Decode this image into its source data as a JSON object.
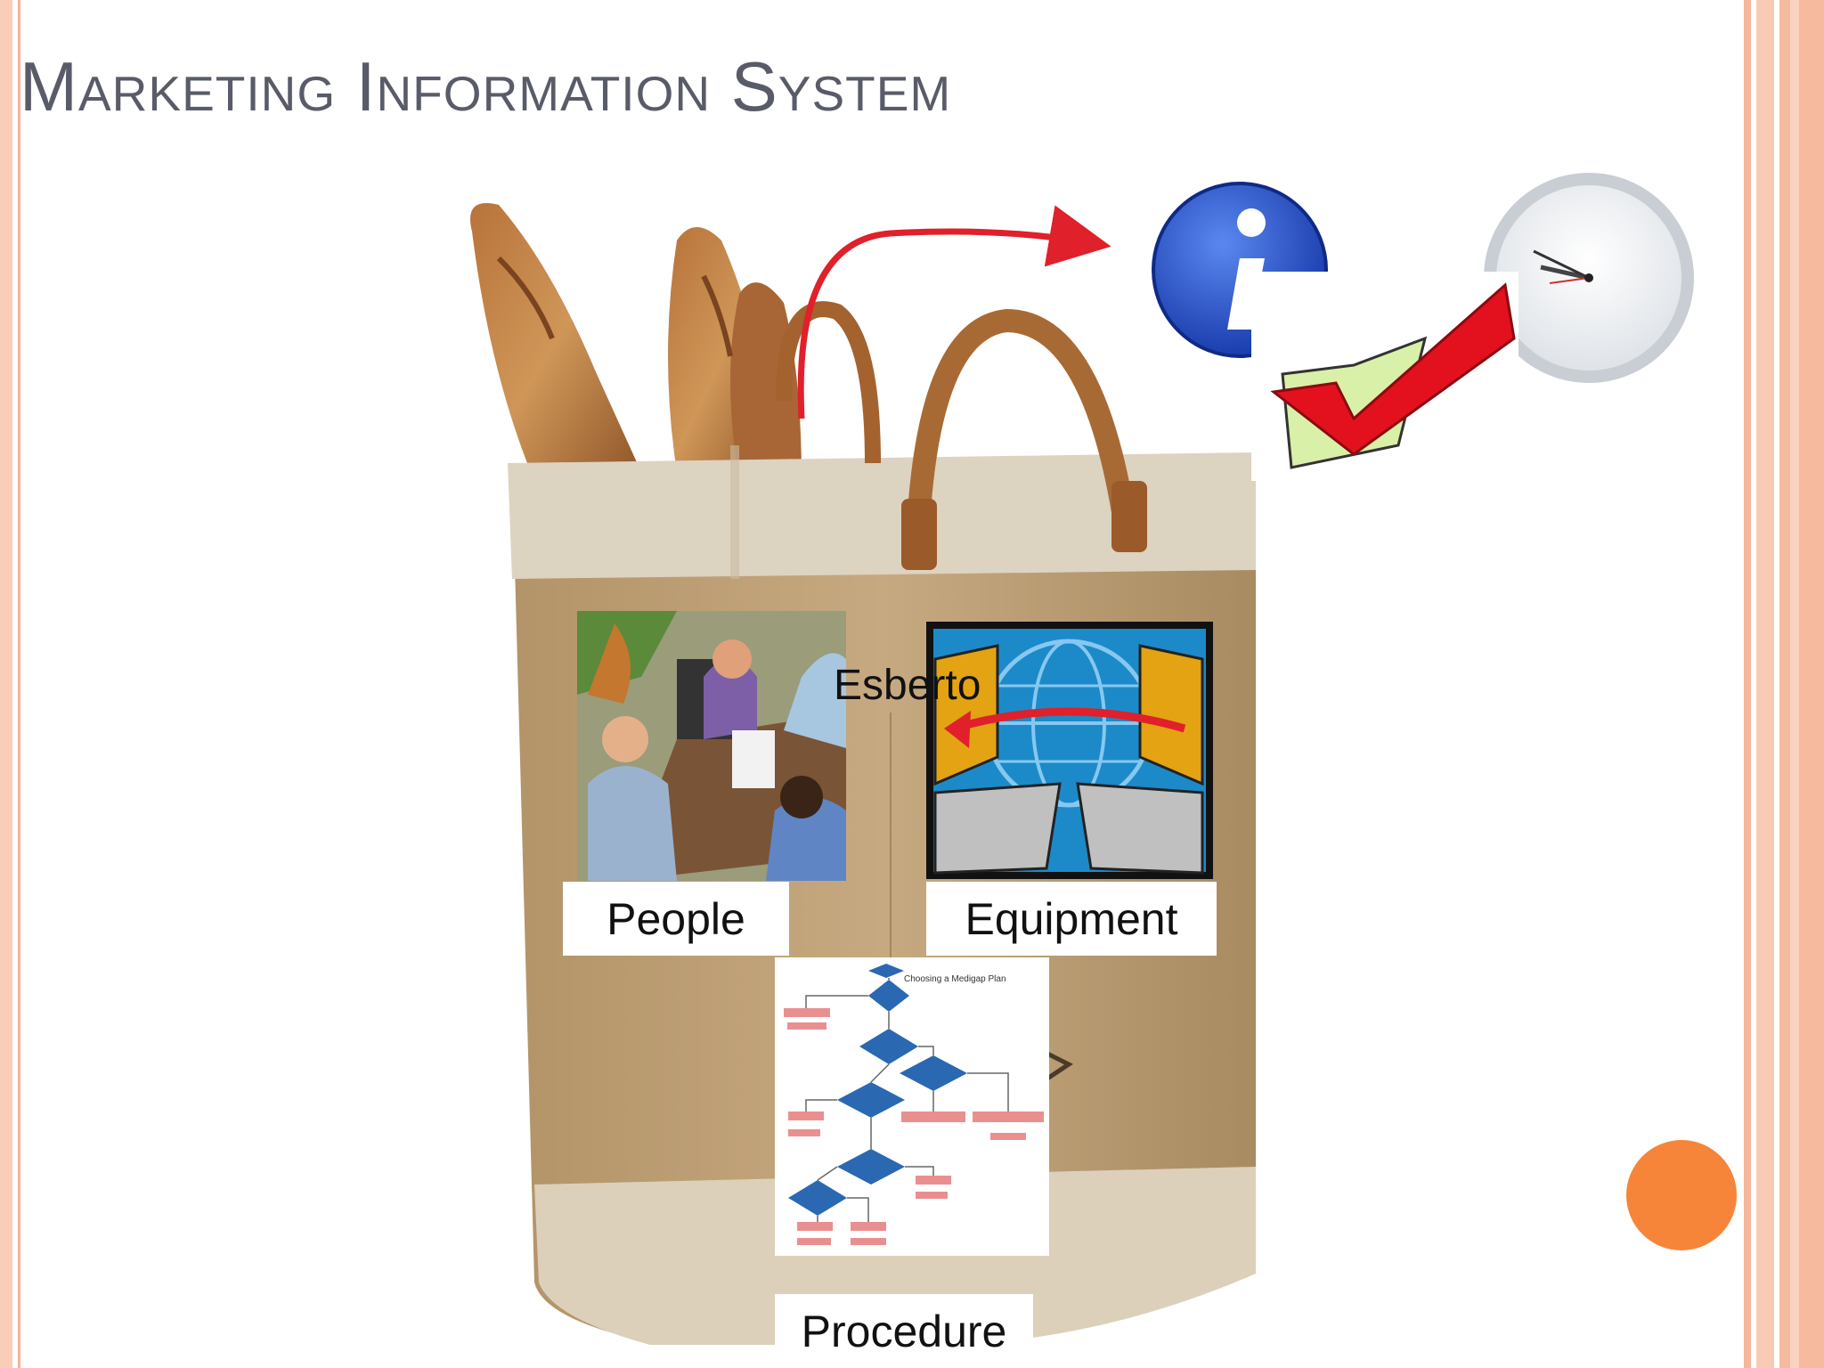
{
  "slide": {
    "title": "Marketing Information System",
    "labels": {
      "people": "People",
      "equipment": "Equipment",
      "procedure": "Procedure"
    },
    "overlay_text": "Esberto",
    "icons": [
      "bread-icon",
      "bag-icon",
      "arrow-icon",
      "info-icon",
      "checkmark-icon",
      "clock-icon",
      "meeting-clipart-icon",
      "networked-computers-icon",
      "flowchart-icon"
    ],
    "colors": {
      "title": "#595c68",
      "accent_dot": "#f6853a",
      "border": "#f6b79c",
      "info_blue": "#1e4fc9",
      "check_red": "#e3101e",
      "arrow_red": "#e0202a"
    },
    "flowchart_title": "Choosing a Medigap Plan"
  }
}
